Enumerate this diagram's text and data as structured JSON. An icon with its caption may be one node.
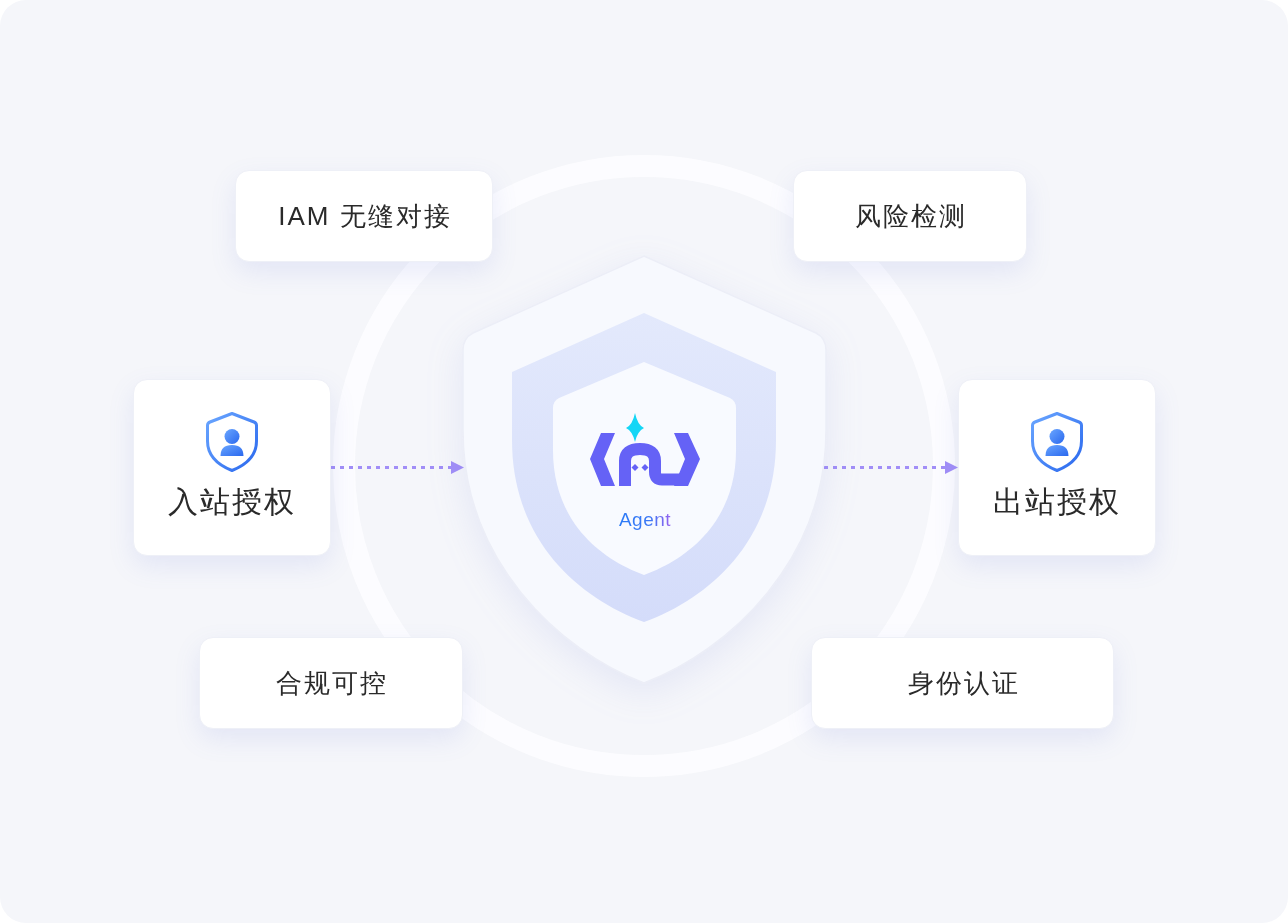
{
  "diagram": {
    "nodes": [
      {
        "text": [
          "IAM 无缝对接"
        ]
      },
      {
        "text": [
          "风险检测"
        ]
      },
      {
        "text": [
          "入站授权"
        ]
      },
      {
        "text": [
          "Agent"
        ]
      },
      {
        "text": [
          "出站授权"
        ]
      },
      {
        "text": [
          "合规可控"
        ]
      },
      {
        "text": [
          "身份认证"
        ]
      }
    ],
    "edges": [
      {
        "from": 2,
        "to": 3,
        "arrow": "to",
        "style": "dashed"
      },
      {
        "from": 3,
        "to": 4,
        "arrow": "to",
        "style": "dashed"
      }
    ]
  }
}
